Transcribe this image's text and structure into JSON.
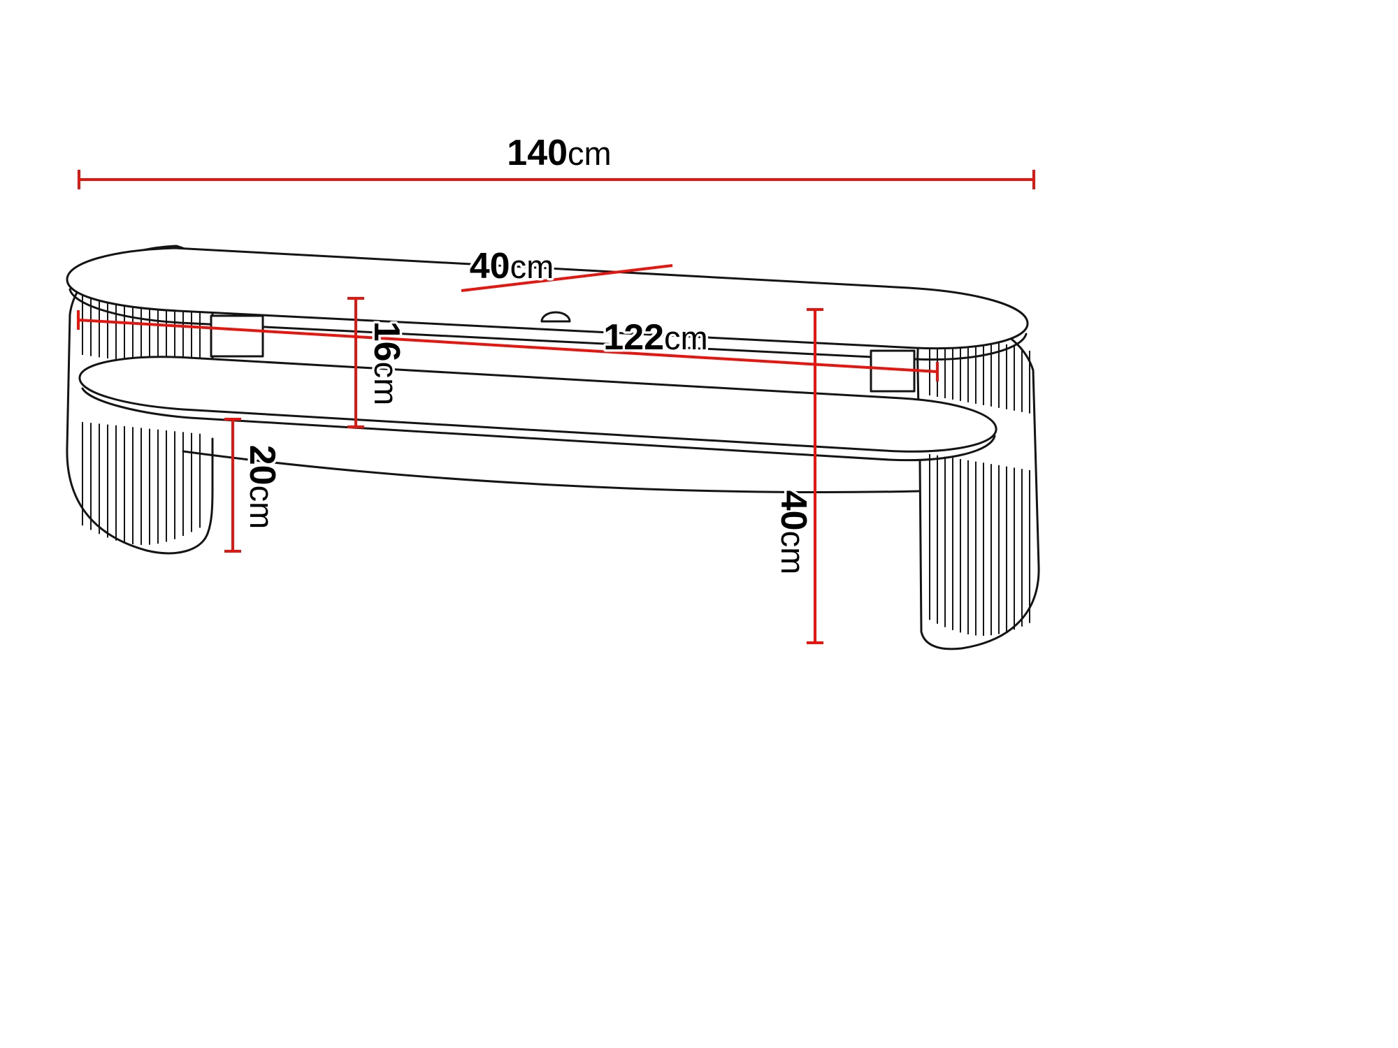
{
  "diagram": {
    "type": "furniture-dimension-drawing",
    "subject": "oval TV stand with fluted curved legs, open shelf compartment and cable hole",
    "colors": {
      "background": "#ffffff",
      "outline": "#141414",
      "dimension_line": "#e8150e",
      "label_text": "#000000"
    },
    "dimensions": {
      "width": {
        "value": "140",
        "unit": "cm",
        "label": "140cm",
        "orientation": "horizontal",
        "meaning": "overall width"
      },
      "depth": {
        "value": "40",
        "unit": "cm",
        "label": "40cm",
        "orientation": "diagonal",
        "meaning": "top depth"
      },
      "inner_width": {
        "value": "122",
        "unit": "cm",
        "label": "122cm",
        "orientation": "horizontal",
        "meaning": "inner niche width"
      },
      "shelf_gap": {
        "value": "16",
        "unit": "cm",
        "label": "16cm",
        "orientation": "vertical",
        "meaning": "niche height between top and shelf"
      },
      "leg_height": {
        "value": "20",
        "unit": "cm",
        "label": "20cm",
        "orientation": "vertical",
        "meaning": "clearance under shelf"
      },
      "height": {
        "value": "40",
        "unit": "cm",
        "label": "40cm",
        "orientation": "vertical",
        "meaning": "overall height"
      }
    }
  }
}
